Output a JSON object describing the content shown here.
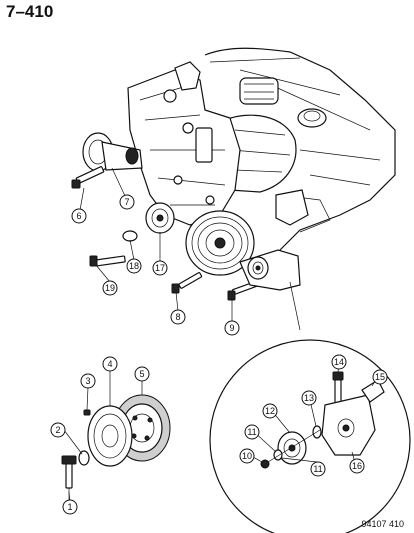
{
  "page_label": "7–410",
  "figure_code": "94107 410",
  "callouts": [
    {
      "id": "c1",
      "label": "1"
    },
    {
      "id": "c2",
      "label": "2"
    },
    {
      "id": "c3",
      "label": "3"
    },
    {
      "id": "c4",
      "label": "4"
    },
    {
      "id": "c5",
      "label": "5"
    },
    {
      "id": "c6",
      "label": "6"
    },
    {
      "id": "c7",
      "label": "7"
    },
    {
      "id": "c8",
      "label": "8"
    },
    {
      "id": "c9",
      "label": "9"
    },
    {
      "id": "c10",
      "label": "10"
    },
    {
      "id": "c11a",
      "label": "11"
    },
    {
      "id": "c11b",
      "label": "11"
    },
    {
      "id": "c12",
      "label": "12"
    },
    {
      "id": "c13",
      "label": "13"
    },
    {
      "id": "c14",
      "label": "14"
    },
    {
      "id": "c15",
      "label": "15"
    },
    {
      "id": "c16",
      "label": "16"
    },
    {
      "id": "c17",
      "label": "17"
    },
    {
      "id": "c18",
      "label": "18"
    },
    {
      "id": "c19",
      "label": "19"
    }
  ]
}
